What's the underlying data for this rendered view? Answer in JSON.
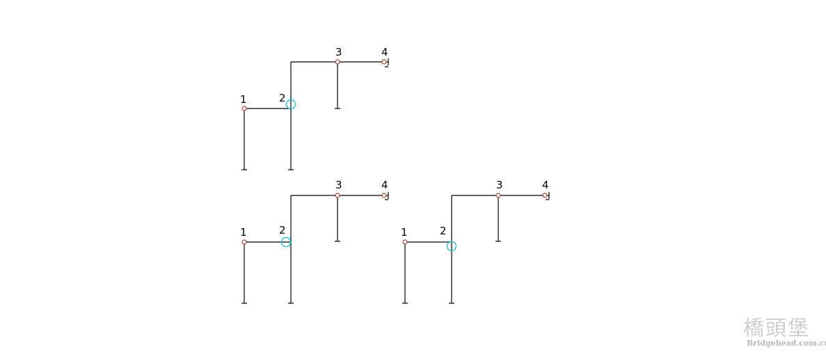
{
  "diagrams": [
    {
      "node_labels": [
        "1",
        "2",
        "3",
        "4"
      ],
      "hinge_node": "2"
    },
    {
      "node_labels": [
        "1",
        "2",
        "3",
        "4"
      ],
      "hinge_node": "2"
    },
    {
      "node_labels": [
        "1",
        "2",
        "3",
        "4"
      ],
      "hinge_node": "2"
    }
  ],
  "colors": {
    "member": "#000000",
    "node": "#c0392b",
    "hinge": "#19c7d6"
  },
  "watermark": {
    "chinese": "橋頭堡",
    "url": "Bridgehead.com.cn"
  }
}
